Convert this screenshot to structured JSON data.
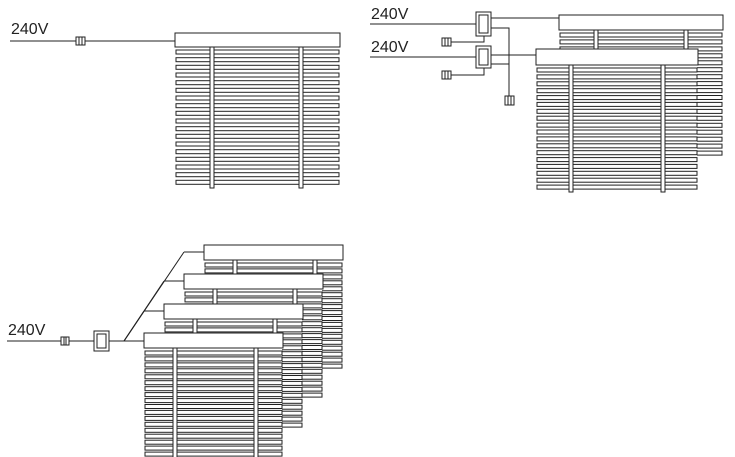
{
  "diagrams": {
    "single_blind": {
      "voltage_label": "240V"
    },
    "dual_blind": {
      "voltage_label_top": "240V",
      "voltage_label_bottom": "240V"
    },
    "quad_blind": {
      "voltage_label": "240V"
    }
  },
  "colors": {
    "line": "#222222",
    "fill": "#ffffff"
  },
  "icons": [
    "switch-icon",
    "controller-icon",
    "venetian-blind"
  ]
}
